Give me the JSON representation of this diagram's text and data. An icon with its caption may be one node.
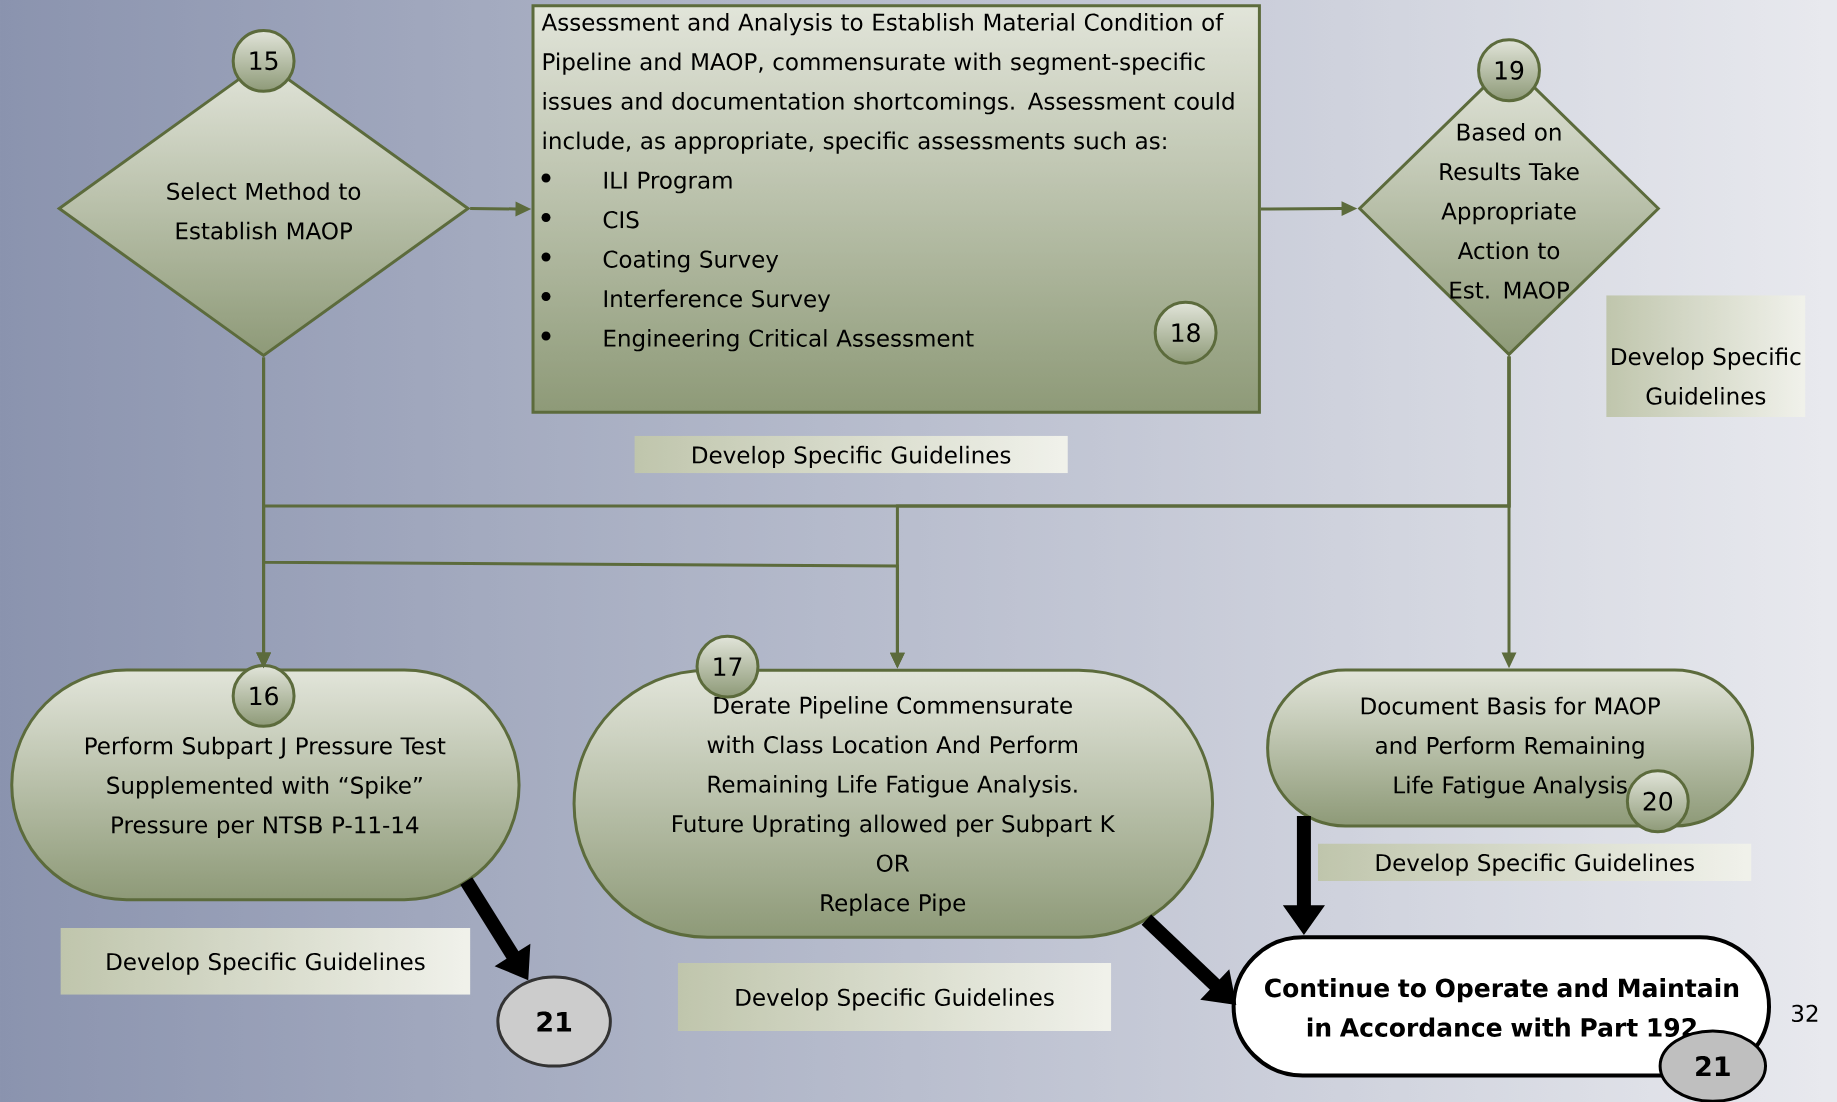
{
  "diagram": {
    "nodes": [
      {
        "text": [
          "15",
          "Select Method to Establish MAOP"
        ]
      },
      {
        "text": [
          "Assessment and Analysis to Establish Material Condition of Pipeline and MAOP, commensurate with segment-specific issues and documentation shortcomings.  Assessment could include, as appropriate, specific assessments such as:",
          "ILI Program",
          "CIS",
          "Coating Survey",
          "Interference Survey",
          "Engineering Critical Assessment",
          "18"
        ]
      },
      {
        "text": [
          "19",
          "Based on Results Take Appropriate Action to Est. MAOP"
        ]
      },
      {
        "text": [
          "16",
          "Perform Subpart J Pressure Test Supplemented with “Spike” Pressure per NTSB P-11-14"
        ]
      },
      {
        "text": [
          "17",
          "Derate Pipeline Commensurate with Class Location And Perform Remaining Life Fatigue Analysis.",
          "Future Uprating allowed per Subpart K",
          "OR",
          "Replace Pipe"
        ]
      },
      {
        "text": [
          "Document Basis for MAOP and Perform Remaining Life  Fatigue Analysis",
          "20"
        ]
      },
      {
        "text": [
          "21"
        ]
      },
      {
        "text": [
          "Continue to Operate and Maintain in Accordance with Part 192",
          "21"
        ]
      },
      {
        "text": [
          "Develop Specific Guidelines"
        ]
      },
      {
        "text": [
          "Develop Specific Guidelines"
        ]
      },
      {
        "text": [
          "Develop Specific Guidelines"
        ]
      },
      {
        "text": [
          "Develop Specific Guidelines"
        ]
      },
      {
        "text": [
          "Develop Specific Guidelines"
        ]
      }
    ],
    "edges": [
      {
        "from": 0,
        "to": 1,
        "arrow": "to"
      },
      {
        "from": 1,
        "to": 2,
        "arrow": "to"
      },
      {
        "from": 0,
        "to": 3,
        "arrow": "to"
      },
      {
        "from": 0,
        "to": 4,
        "arrow": "to"
      },
      {
        "from": 2,
        "to": 3,
        "arrow": "to"
      },
      {
        "from": 2,
        "to": 4,
        "arrow": "to"
      },
      {
        "from": 2,
        "to": 5,
        "arrow": "to"
      },
      {
        "from": 3,
        "to": 6,
        "arrow": "to",
        "style": "thick",
        "color": "#000000"
      },
      {
        "from": 4,
        "to": 7,
        "arrow": "to",
        "style": "thick",
        "color": "#000000"
      },
      {
        "from": 5,
        "to": 7,
        "arrow": "to",
        "style": "thick",
        "color": "#000000"
      }
    ],
    "labels": [
      "32"
    ]
  }
}
